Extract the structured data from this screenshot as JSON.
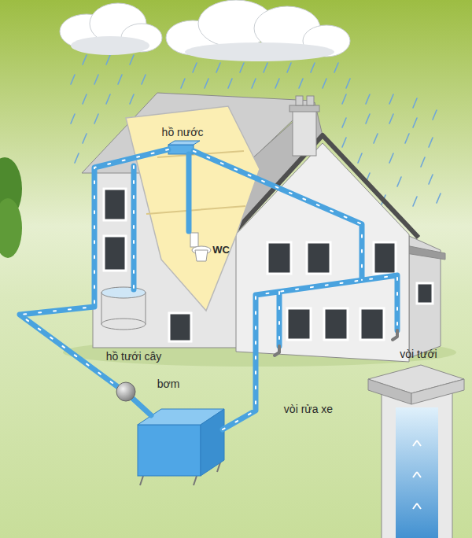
{
  "diagram": {
    "labels": [
      "hồ nước",
      "WC",
      "hồ tưới cây",
      "bơm",
      "vòi rửa xe",
      "vòi tưới"
    ]
  }
}
